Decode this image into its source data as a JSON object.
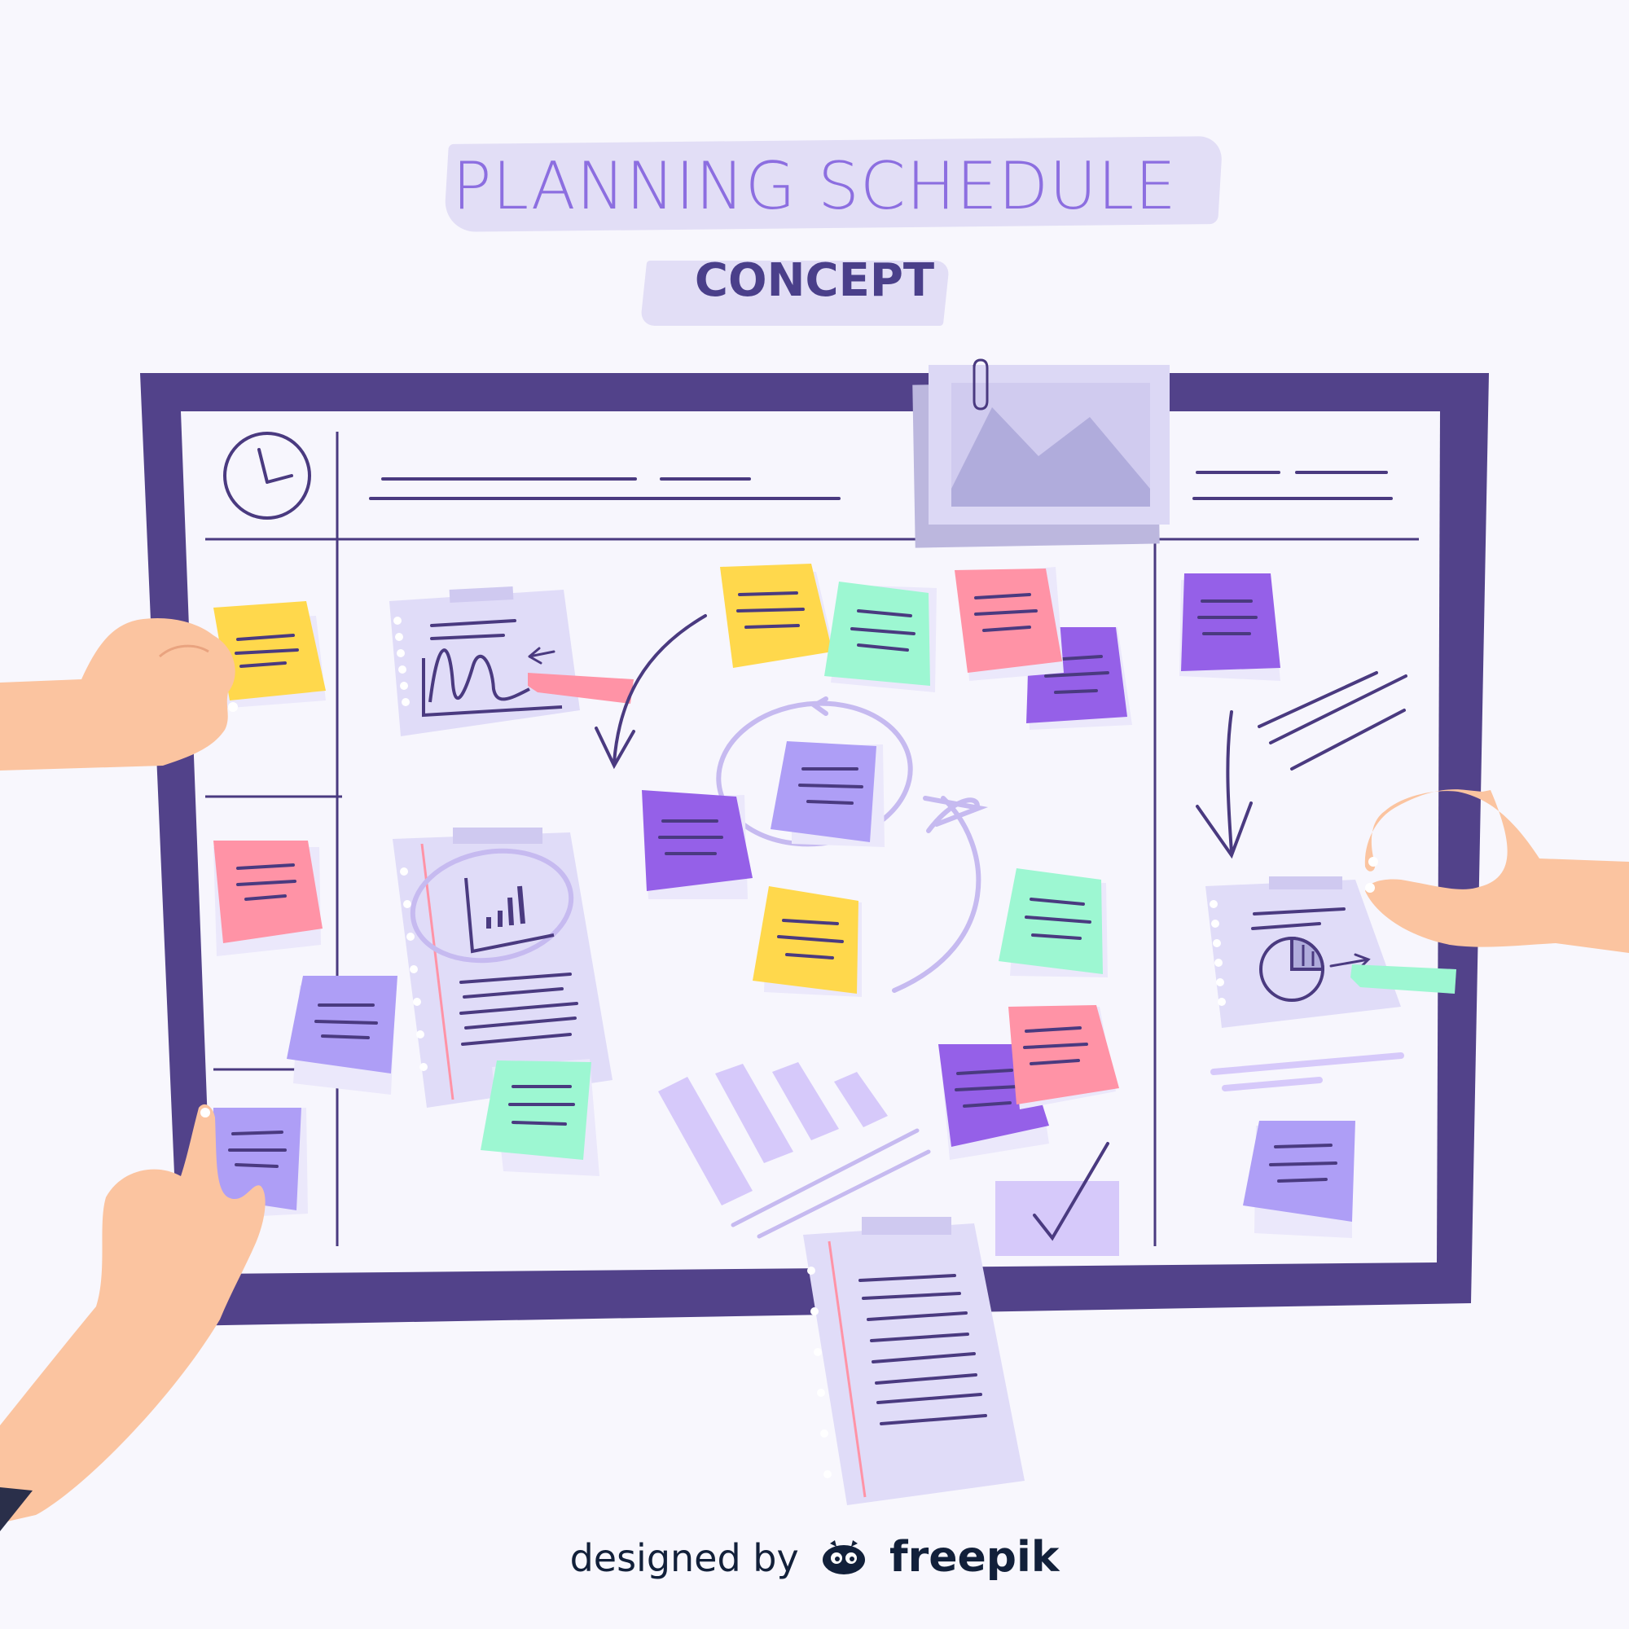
{
  "title": "PLANNING SCHEDULE",
  "subtitle": "CONCEPT",
  "credit": {
    "prefix": "designed by",
    "brand": "freepik"
  },
  "icons": [
    "clock-icon",
    "paperclip-icon",
    "image-placeholder-icon",
    "bar-chart-icon",
    "pie-chart-icon",
    "checkmark-icon",
    "freepik-logo-icon"
  ],
  "colors": {
    "board_frame": "#52428a",
    "board_surface": "#f7f6fd",
    "title_text": "#8c6ee0",
    "subtitle_text": "#4a3f8a",
    "sticky_yellow": "#ffd84c",
    "sticky_mint": "#9df7d2",
    "sticky_pink": "#ff93a6",
    "sticky_violet": "#9560e8",
    "sticky_lavender": "#ae9ef6",
    "skin": "#fbc4a0"
  }
}
